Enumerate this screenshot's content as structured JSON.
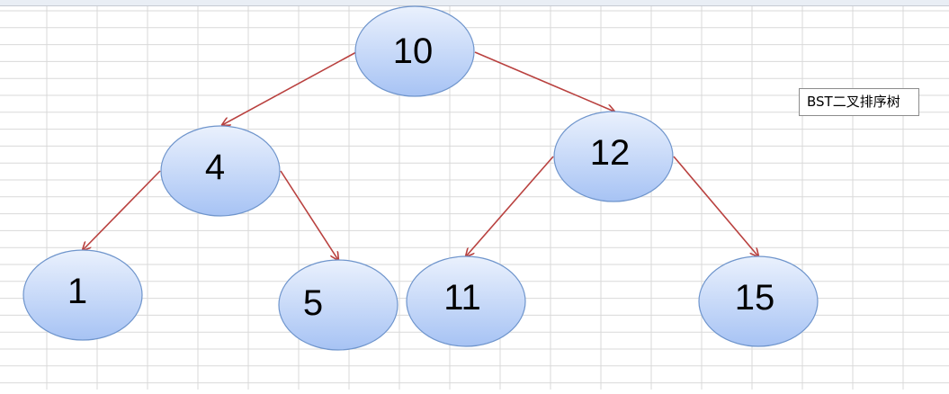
{
  "diagram": {
    "caption": "BST二叉排序树",
    "nodes": [
      {
        "id": "n10",
        "label": "10"
      },
      {
        "id": "n4",
        "label": "4"
      },
      {
        "id": "n12",
        "label": "12"
      },
      {
        "id": "n1",
        "label": "1"
      },
      {
        "id": "n5",
        "label": "5"
      },
      {
        "id": "n11",
        "label": "11"
      },
      {
        "id": "n15",
        "label": "15"
      }
    ],
    "edges": [
      {
        "from": "n10",
        "to": "n4"
      },
      {
        "from": "n10",
        "to": "n12"
      },
      {
        "from": "n4",
        "to": "n1"
      },
      {
        "from": "n4",
        "to": "n5"
      },
      {
        "from": "n12",
        "to": "n11"
      },
      {
        "from": "n12",
        "to": "n15"
      }
    ]
  },
  "colors": {
    "node_fill_top": "#eaf1fd",
    "node_fill_bottom": "#a7c3f4",
    "node_stroke": "#6f95cc",
    "edge": "#b9413f",
    "gridline": "#d9d9d9"
  }
}
